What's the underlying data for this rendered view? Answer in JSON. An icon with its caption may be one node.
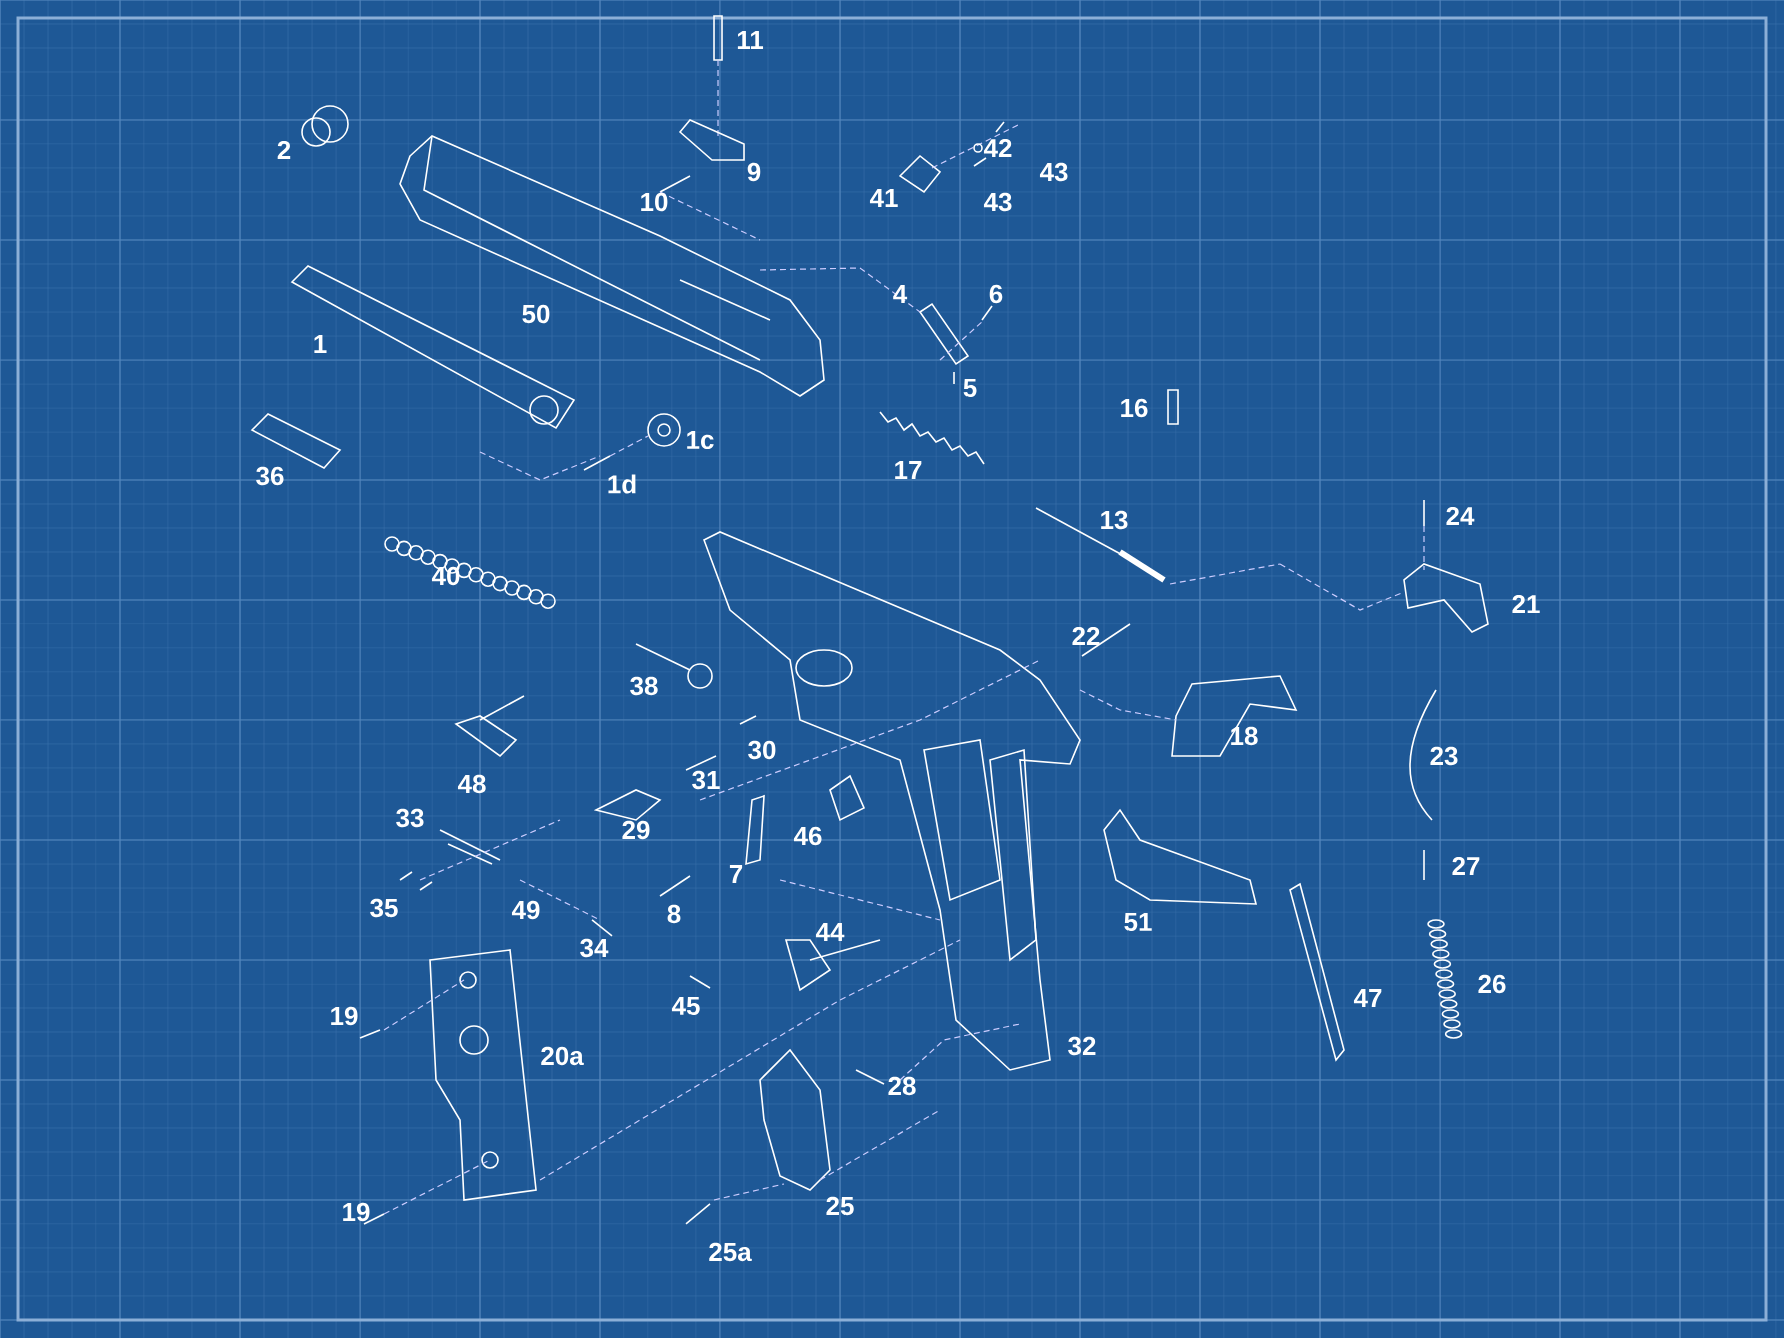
{
  "diagram": {
    "labels": [
      "11",
      "2",
      "42",
      "9",
      "43",
      "10",
      "41",
      "43",
      "4",
      "6",
      "50",
      "1",
      "5",
      "16",
      "1c",
      "36",
      "1d",
      "17",
      "13",
      "24",
      "40",
      "21",
      "22",
      "38",
      "30",
      "18",
      "48",
      "31",
      "23",
      "33",
      "29",
      "46",
      "27",
      "7",
      "35",
      "49",
      "8",
      "51",
      "44",
      "34",
      "26",
      "47",
      "45",
      "19",
      "20a",
      "32",
      "28",
      "19",
      "25",
      "25a"
    ]
  }
}
